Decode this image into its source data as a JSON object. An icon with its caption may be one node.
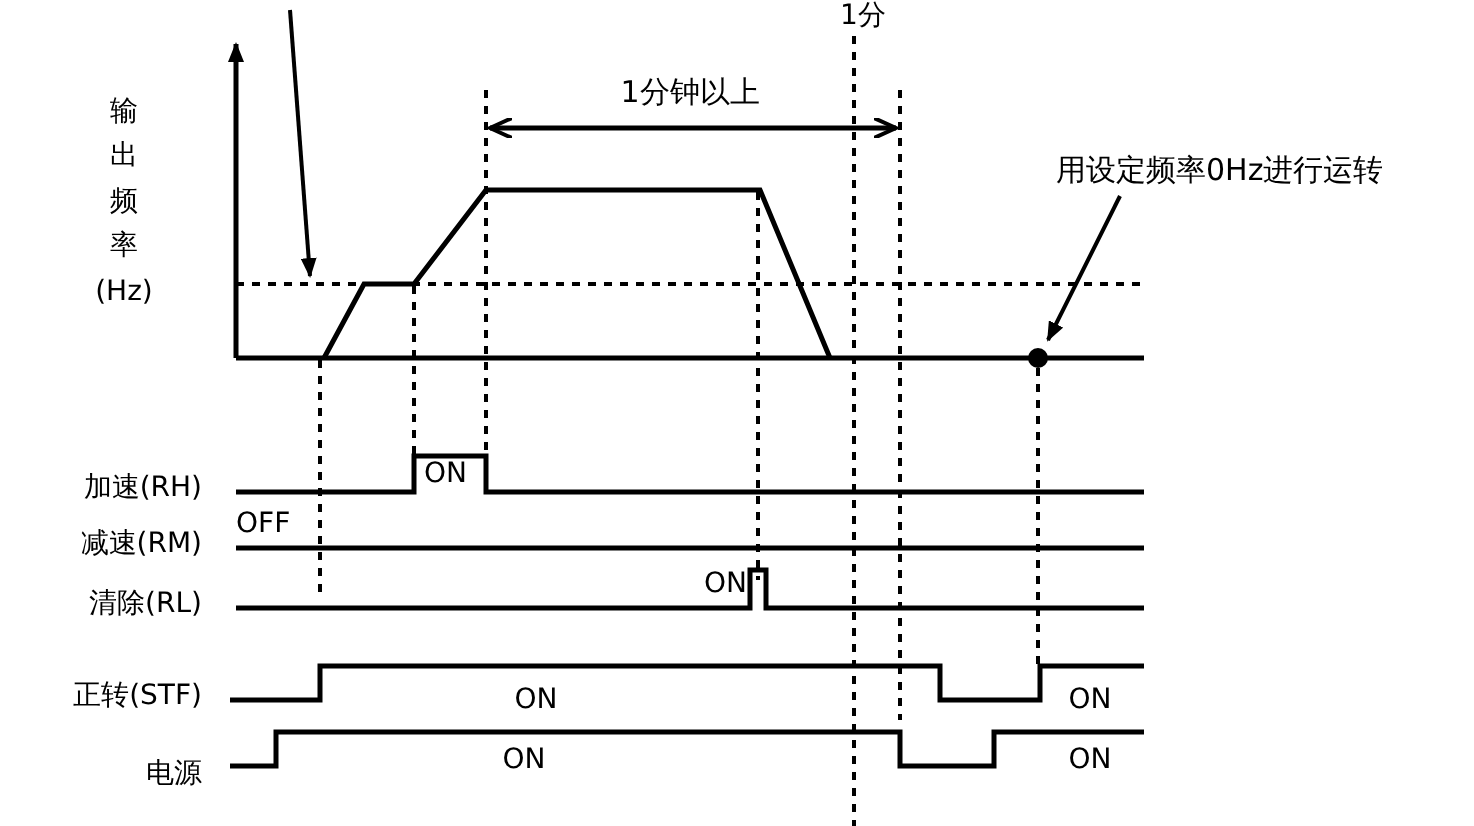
{
  "diagram": {
    "nodes": [
      {
        "text": [
          "用设定频率0Hz进行运转"
        ]
      },
      {
        "text": [],
        "shape": "circle"
      }
    ],
    "edges": [
      {
        "from": 0,
        "to": 1,
        "arrow": "to"
      }
    ],
    "labels": [
      "1分",
      "1分钟以上",
      "输出频率(Hz)",
      "加速(RH)",
      "ON",
      "OFF",
      "减速(RM)",
      "ON",
      "清除(RL)",
      "正转(STF)",
      "ON",
      "ON",
      "电源",
      "ON",
      "ON"
    ]
  }
}
